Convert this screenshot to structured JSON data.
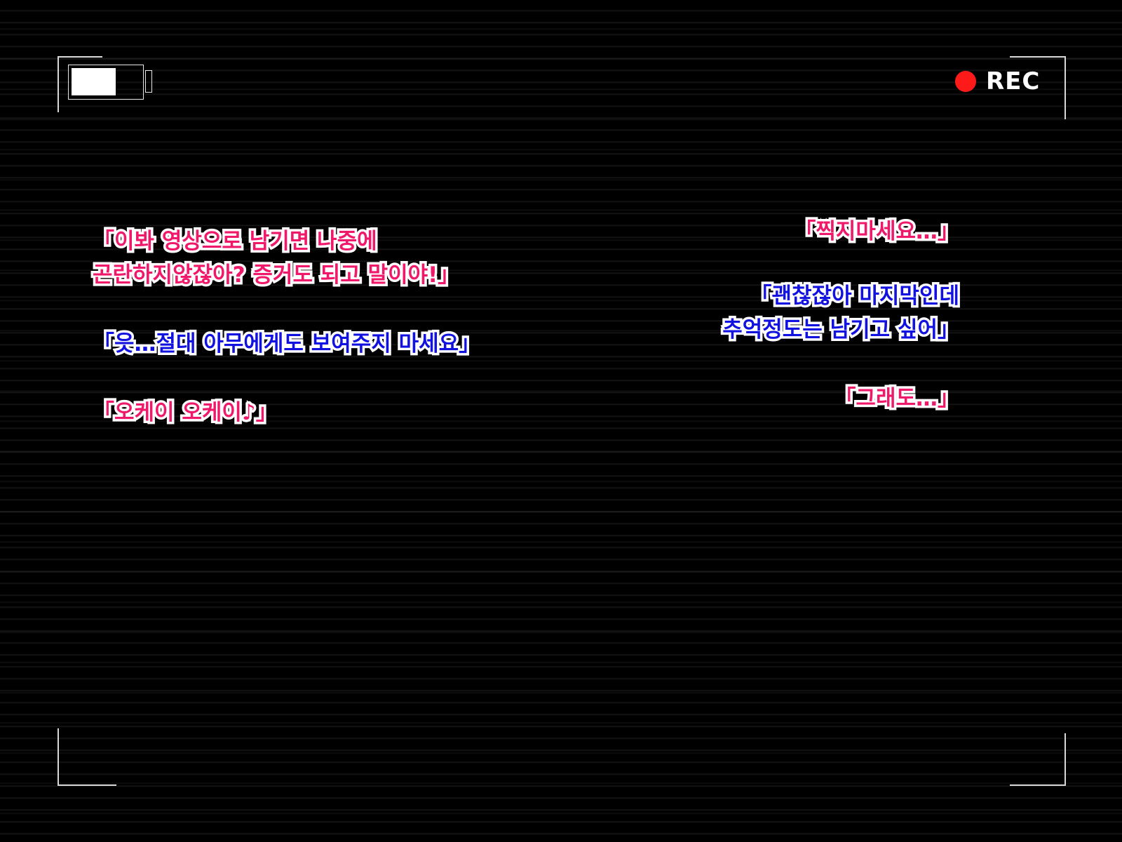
{
  "hud": {
    "battery_level": 0.65,
    "rec_label": "REC",
    "rec_color": "#ff1a1a",
    "frame_color": "#d8d8d8"
  },
  "colors": {
    "speaker_a": "#f0186a",
    "speaker_b": "#1212e0",
    "outline": "#ffffff",
    "background": "#000000"
  },
  "dialogue": {
    "left": [
      {
        "speaker": "a",
        "text": "「이봐 영상으로 남기면 나중에"
      },
      {
        "speaker": "a",
        "text": "곤란하지않잖아? 증거도 되고 말이야!」"
      },
      {
        "speaker": "b",
        "text": "「읏…절대 아무에게도 보여주지 마세요」"
      },
      {
        "speaker": "a",
        "text": "「오케이 오케이♪」"
      }
    ],
    "right": [
      {
        "speaker": "a",
        "text": "「찍지마세요…」"
      },
      {
        "speaker": "b",
        "text": "「괜찮잖아 마지막인데"
      },
      {
        "speaker": "b",
        "text": "추억정도는 남기고 싶어」"
      },
      {
        "speaker": "a",
        "text": "「그래도…」"
      }
    ]
  }
}
